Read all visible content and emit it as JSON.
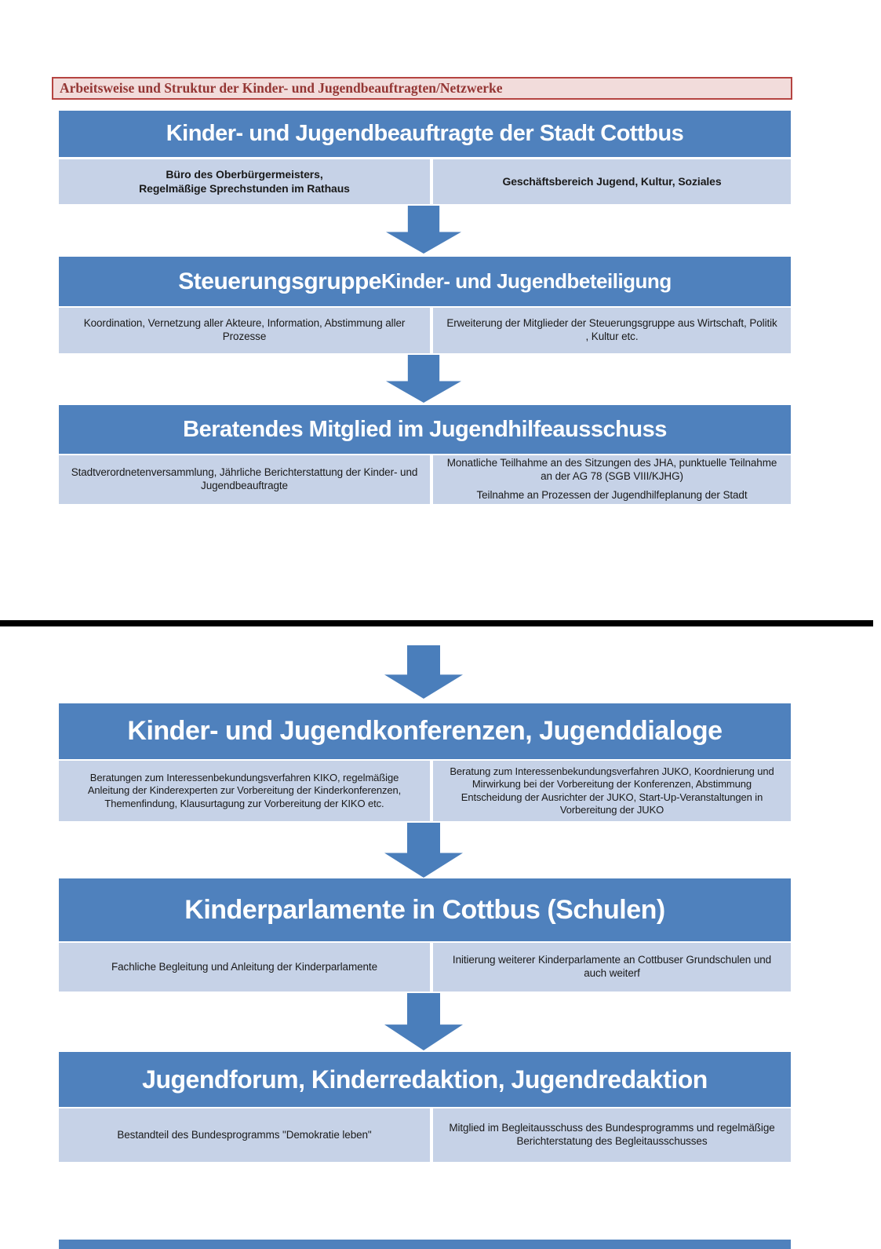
{
  "banner": {
    "title": "Arbeitsweise und  Struktur der Kinder- und Jugendbeauftragten/Netzwerke"
  },
  "colors": {
    "header_blue": "#4f81bd",
    "cell_light_blue": "#c6d2e7",
    "arrow_blue": "#4a7ebb",
    "banner_background": "#f2dcdb",
    "banner_border": "#b54441",
    "banner_text": "#943634",
    "divider_black": "#000000"
  },
  "icons": {
    "flow_arrow": "down-arrow"
  },
  "blocks": [
    {
      "title": "Kinder- und Jugendbeauftragte der Stadt Cottbus",
      "left": "Büro des Oberbürgermeisters,\nRegelmäßige  Sprechstunden im Rathaus",
      "right": "Geschäftsbereich Jugend, Kultur, Soziales"
    },
    {
      "title": "Steuerungsgruppe ",
      "title_small": "Kinder- und Jugendbeteiligung",
      "left": "Koordination, Vernetzung aller Akteure, Information, Abstimmung aller Prozesse",
      "right": "Erweiterung der Mitglieder der Steuerungsgruppe aus Wirtschaft, Politik , Kultur etc."
    },
    {
      "title": "Beratendes Mitglied im Jugendhilfeausschuss",
      "left": "Stadtverordnetenversammlung, Jährliche Berichterstattung der Kinder- und Jugendbeauftragte",
      "right": "Monatliche  Teilhahme an des Sitzungen des JHA, punktuelle Teilnahme an der AG 78  (SGB VIII/KJHG)",
      "right2": "Teilnahme an Prozessen der Jugendhilfeplanung der Stadt"
    },
    {
      "title": "Kinder- und Jugendkonferenzen, Jugenddialoge",
      "left": "Beratungen zum Interessenbekundungsverfahren  KIKO, regelmäßige Anleitung der Kinderexperten zur Vorbereitung der Kinderkonferenzen, Themenfindung, Klausurtagung zur Vorbereitung der KIKO etc.",
      "right": "Beratung zum Interessenbekundungsverfahren JUKO, Koordnierung und Mirwirkung bei der Vorbereitung der Konferenzen, Abstimmung Entscheidung der Ausrichter der JUKO, Start-Up-Veranstaltungen in Vorbereitung der JUKO"
    },
    {
      "title": "Kinderparlamente in Cottbus (Schulen)",
      "left": "Fachliche Begleitung und Anleitung der Kinderparlamente",
      "right": "Initierung weiterer Kinderparlamente an Cottbuser Grundschulen und auch weiterf"
    },
    {
      "title": "Jugendforum, Kinderredaktion, Jugendredaktion",
      "left": "Bestandteil des Bundesprogramms \"Demokratie leben\"",
      "right": "Mitglied  im Begleitausschuss des Bundesprogramms und regelmäßige Berichterstatung des  Begleitausschusses"
    }
  ]
}
